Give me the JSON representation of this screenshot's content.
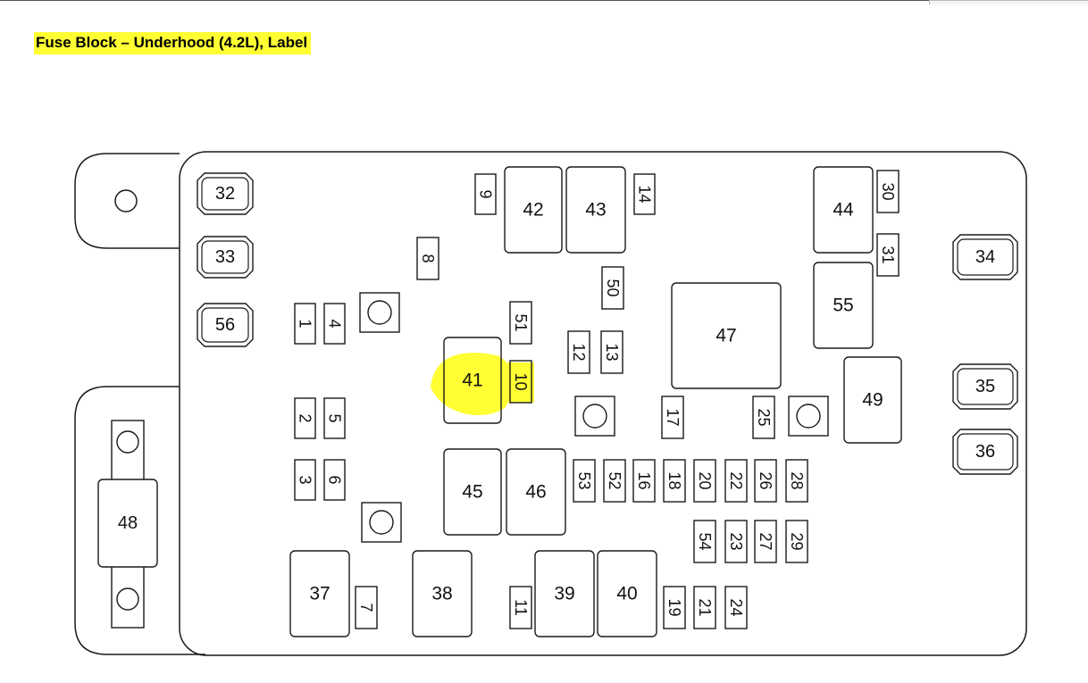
{
  "title": "Fuse Block – Underhood (4.2L), Label",
  "highlight_color": "#ffff33",
  "line_color": "#1a1a1a",
  "highlighted_items": [
    "41",
    "10"
  ],
  "items": [
    {
      "label": "32",
      "kind": "cartridge"
    },
    {
      "label": "33",
      "kind": "cartridge"
    },
    {
      "label": "56",
      "kind": "cartridge"
    },
    {
      "label": "34",
      "kind": "cartridge"
    },
    {
      "label": "35",
      "kind": "cartridge"
    },
    {
      "label": "36",
      "kind": "cartridge"
    },
    {
      "label": "42",
      "kind": "relay"
    },
    {
      "label": "43",
      "kind": "relay"
    },
    {
      "label": "44",
      "kind": "relay"
    },
    {
      "label": "55",
      "kind": "relay"
    },
    {
      "label": "47",
      "kind": "relay"
    },
    {
      "label": "49",
      "kind": "relay"
    },
    {
      "label": "41",
      "kind": "relay"
    },
    {
      "label": "45",
      "kind": "relay"
    },
    {
      "label": "46",
      "kind": "relay"
    },
    {
      "label": "37",
      "kind": "relay"
    },
    {
      "label": "38",
      "kind": "relay"
    },
    {
      "label": "39",
      "kind": "relay"
    },
    {
      "label": "40",
      "kind": "relay"
    },
    {
      "label": "48",
      "kind": "mega-fuse"
    },
    {
      "label": "9",
      "kind": "mini-fuse"
    },
    {
      "label": "14",
      "kind": "mini-fuse"
    },
    {
      "label": "30",
      "kind": "mini-fuse"
    },
    {
      "label": "31",
      "kind": "mini-fuse"
    },
    {
      "label": "8",
      "kind": "mini-fuse"
    },
    {
      "label": "50",
      "kind": "mini-fuse"
    },
    {
      "label": "51",
      "kind": "mini-fuse"
    },
    {
      "label": "10",
      "kind": "mini-fuse"
    },
    {
      "label": "12",
      "kind": "mini-fuse"
    },
    {
      "label": "13",
      "kind": "mini-fuse"
    },
    {
      "label": "1",
      "kind": "mini-fuse"
    },
    {
      "label": "4",
      "kind": "mini-fuse"
    },
    {
      "label": "2",
      "kind": "mini-fuse"
    },
    {
      "label": "5",
      "kind": "mini-fuse"
    },
    {
      "label": "3",
      "kind": "mini-fuse"
    },
    {
      "label": "6",
      "kind": "mini-fuse"
    },
    {
      "label": "17",
      "kind": "mini-fuse"
    },
    {
      "label": "25",
      "kind": "mini-fuse"
    },
    {
      "label": "53",
      "kind": "mini-fuse"
    },
    {
      "label": "52",
      "kind": "mini-fuse"
    },
    {
      "label": "16",
      "kind": "mini-fuse"
    },
    {
      "label": "18",
      "kind": "mini-fuse"
    },
    {
      "label": "20",
      "kind": "mini-fuse"
    },
    {
      "label": "22",
      "kind": "mini-fuse"
    },
    {
      "label": "26",
      "kind": "mini-fuse"
    },
    {
      "label": "28",
      "kind": "mini-fuse"
    },
    {
      "label": "54",
      "kind": "mini-fuse"
    },
    {
      "label": "23",
      "kind": "mini-fuse"
    },
    {
      "label": "27",
      "kind": "mini-fuse"
    },
    {
      "label": "29",
      "kind": "mini-fuse"
    },
    {
      "label": "7",
      "kind": "mini-fuse"
    },
    {
      "label": "11",
      "kind": "mini-fuse"
    },
    {
      "label": "19",
      "kind": "mini-fuse"
    },
    {
      "label": "21",
      "kind": "mini-fuse"
    },
    {
      "label": "24",
      "kind": "mini-fuse"
    }
  ]
}
